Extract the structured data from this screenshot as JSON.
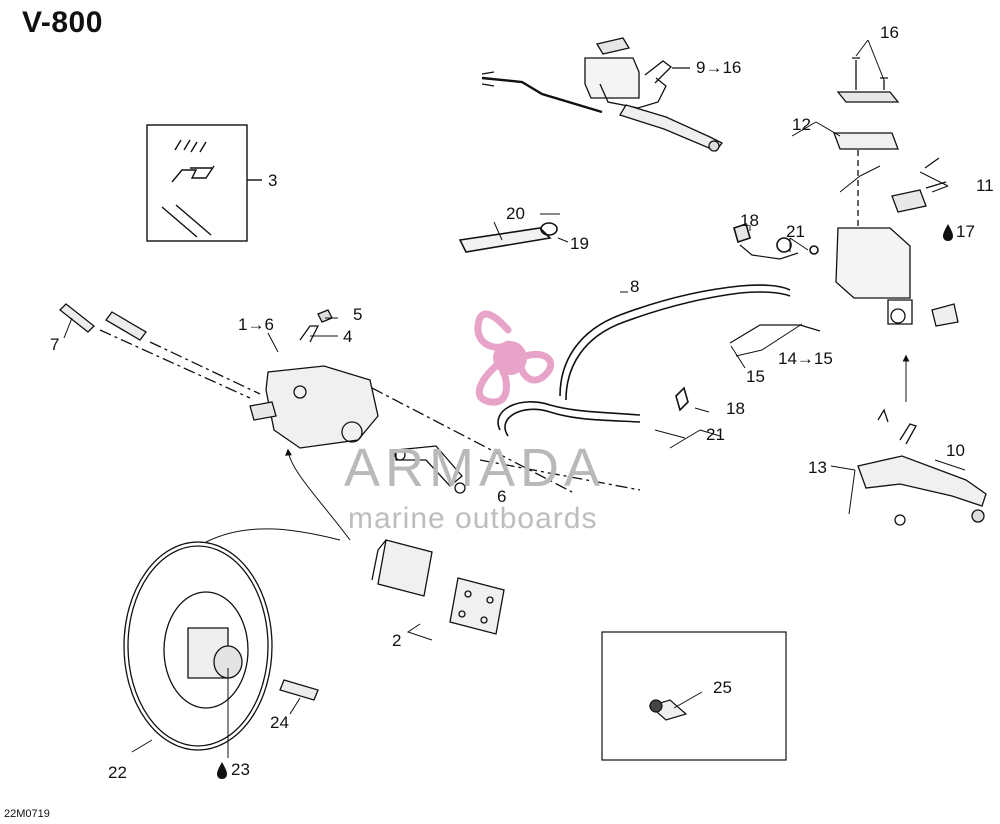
{
  "title": "V-800",
  "figure_code": "22M0719",
  "watermark": {
    "brand": "ARMADA",
    "tagline": "marine outboards",
    "accent_color": "#e8a3c8"
  },
  "callouts": {
    "c1_6": "1→6",
    "c2": "2",
    "c3": "3",
    "c4": "4",
    "c5": "5",
    "c6": "6",
    "c7": "7",
    "c8": "8",
    "c9_16": "9→16",
    "c10": "10",
    "c11": "11",
    "c12": "12",
    "c13": "13",
    "c14_15": "14→15",
    "c15": "15",
    "c16": "16",
    "c17": "17",
    "c18a": "18",
    "c18b": "18",
    "c19": "19",
    "c20": "20",
    "c21a": "21",
    "c21b": "21",
    "c22": "22",
    "c23": "23",
    "c24": "24",
    "c25": "25"
  }
}
